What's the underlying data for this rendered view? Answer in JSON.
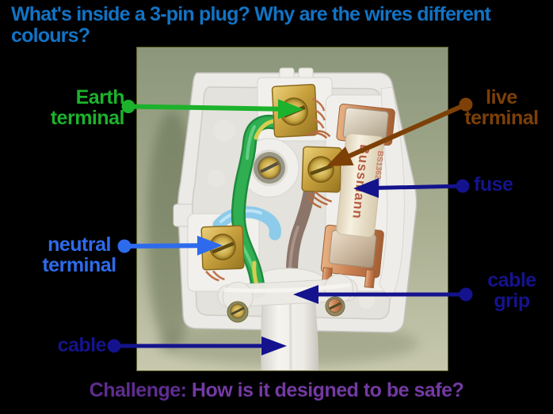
{
  "title": {
    "line1": "What's inside a 3-pin plug? Why are the wires different",
    "line2": "colours?"
  },
  "labels": [
    {
      "id": "earth",
      "lines": [
        "Earth",
        "terminal"
      ]
    },
    {
      "id": "live",
      "lines": [
        "live",
        "terminal"
      ]
    },
    {
      "id": "fuse",
      "lines": [
        "fuse"
      ]
    },
    {
      "id": "neutral",
      "lines": [
        "neutral",
        "terminal"
      ]
    },
    {
      "id": "cable_grip",
      "lines": [
        "cable",
        "grip"
      ]
    },
    {
      "id": "cable",
      "lines": [
        "cable"
      ]
    }
  ],
  "challenge": {
    "label": "Challenge:",
    "question": " How is it designed to be safe?"
  },
  "photo": {
    "fuse_text": "Bussmann",
    "fuse_standard": "BS1362"
  },
  "colors": {
    "background": "#000000",
    "title": "#1273c4",
    "earth": "#1cb22c",
    "live": "#7d4007",
    "navy": "#14138d",
    "neutral": "#2e6bec",
    "challenge_bold": "#5f2c90",
    "challenge_text": "#7e3fb1"
  }
}
